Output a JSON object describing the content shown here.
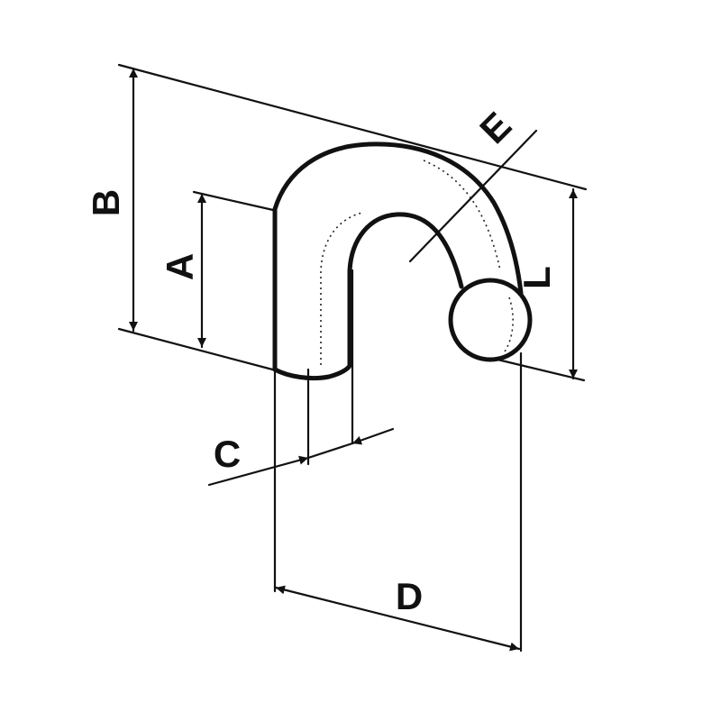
{
  "figure": {
    "type": "technical dimension drawing",
    "subject": "J-hook with ball end",
    "colors": {
      "ink": "#111111",
      "background": "#ffffff"
    }
  },
  "dimensions": {
    "A": {
      "label": "A"
    },
    "B": {
      "label": "B"
    },
    "C": {
      "label": "C"
    },
    "D": {
      "label": "D"
    },
    "E": {
      "label": "E"
    },
    "L": {
      "label": "L"
    }
  }
}
